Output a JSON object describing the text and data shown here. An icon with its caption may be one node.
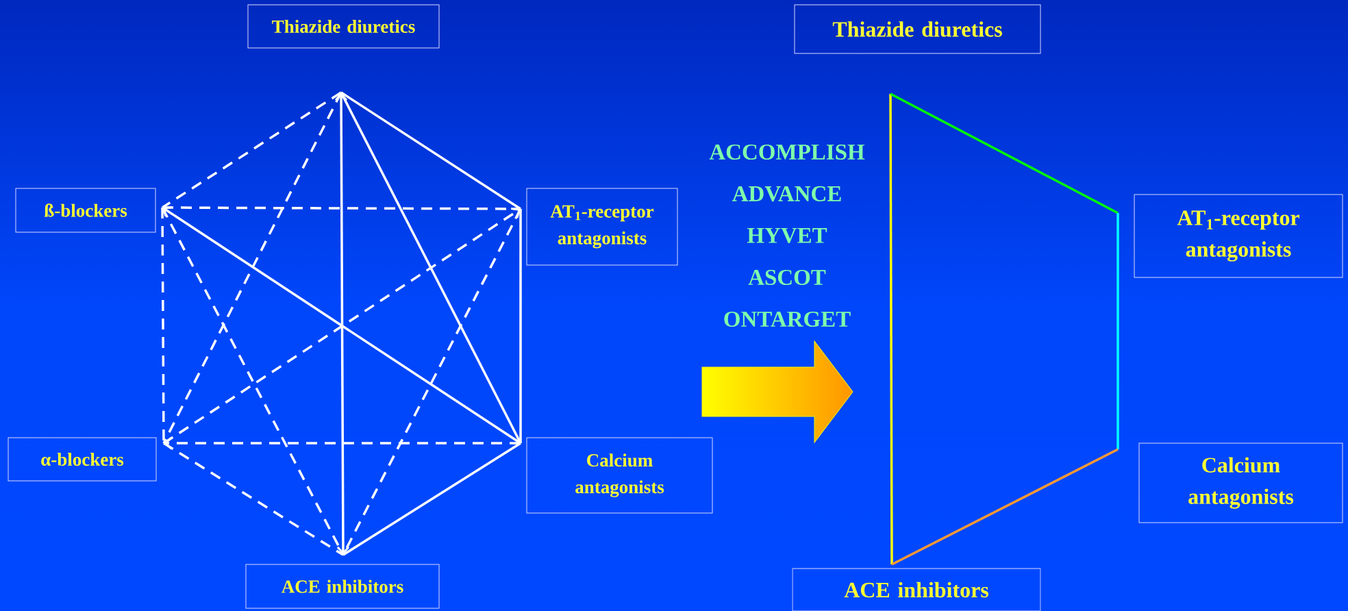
{
  "diagram": {
    "nodes": [
      {
        "text": [
          "Thiazide diuretics"
        ]
      },
      {
        "text": [
          "ß-blockers"
        ]
      },
      {
        "text": [
          "AT$_{1}$-receptor antagonists"
        ]
      },
      {
        "text": [
          "α-blockers"
        ]
      },
      {
        "text": [
          "Calcium antagonists"
        ]
      },
      {
        "text": [
          "ACE inhibitors"
        ]
      },
      {
        "text": [
          "Thiazide diuretics"
        ]
      },
      {
        "text": [
          "AT$_{1}$-receptor antagonists"
        ]
      },
      {
        "text": [
          "Calcium antagonists"
        ]
      },
      {
        "text": [
          "ACE inhibitors"
        ]
      }
    ],
    "edges": [
      {
        "from": 0,
        "to": 2,
        "arrow": "none"
      },
      {
        "from": 2,
        "to": 4,
        "arrow": "none"
      },
      {
        "from": 4,
        "to": 5,
        "arrow": "none"
      },
      {
        "from": 5,
        "to": 0,
        "arrow": "both"
      },
      {
        "from": 4,
        "to": 0,
        "arrow": "none"
      },
      {
        "from": 4,
        "to": 1,
        "arrow": "to"
      },
      {
        "from": 0,
        "to": 1,
        "arrow": "none",
        "style": "dashed"
      },
      {
        "from": 0,
        "to": 3,
        "arrow": "none",
        "style": "dashed"
      },
      {
        "from": 1,
        "to": 2,
        "arrow": "none",
        "style": "dashed"
      },
      {
        "from": 1,
        "to": 3,
        "arrow": "none",
        "style": "dashed"
      },
      {
        "from": 1,
        "to": 5,
        "arrow": "none",
        "style": "dashed"
      },
      {
        "from": 3,
        "to": 2,
        "arrow": "to",
        "style": "dashed"
      },
      {
        "from": 2,
        "to": 5,
        "arrow": "none",
        "style": "dashed"
      },
      {
        "from": 4,
        "to": 3,
        "arrow": "to",
        "style": "dashed"
      },
      {
        "from": 3,
        "to": 5,
        "arrow": "none",
        "style": "dashed"
      },
      {
        "from": 6,
        "to": 9,
        "arrow": "none",
        "color": "#ffff00"
      },
      {
        "from": 6,
        "to": 7,
        "arrow": "none",
        "color": "#00ff00"
      },
      {
        "from": 7,
        "to": 8,
        "arrow": "none",
        "color": "#00ffff"
      },
      {
        "from": 8,
        "to": 9,
        "arrow": "none",
        "color": "#ff9933"
      }
    ],
    "labels": [
      "ACCOMPLISH",
      "ADVANCE",
      "HYVET",
      "ASCOT",
      "ONTARGET"
    ]
  }
}
